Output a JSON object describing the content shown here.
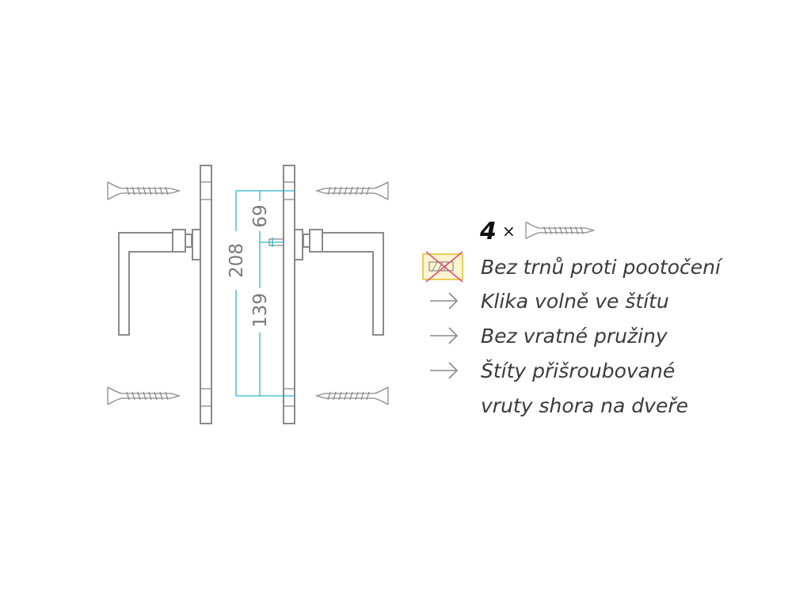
{
  "dimensions": {
    "total_height": "208",
    "upper_distance": "69",
    "lower_distance": "139"
  },
  "screw_count": {
    "number": "4",
    "times_sign": "×"
  },
  "notes": [
    "Bez trnů proti pootočení",
    "Klika volně ve štítu",
    "Bez vratné pružiny",
    "Štíty přišroubované",
    "vruty shora na dveře"
  ],
  "colors": {
    "outline": "#8a8a8a",
    "dimension": "#2fb3c9",
    "prohibited_cross": "#e0507a",
    "prohibited_frame": "#e8c84a"
  },
  "icons": {
    "screw": "screw-icon",
    "no_pin": "no-anti-rotation-pin-icon",
    "arrow": "arrow-right-icon"
  }
}
